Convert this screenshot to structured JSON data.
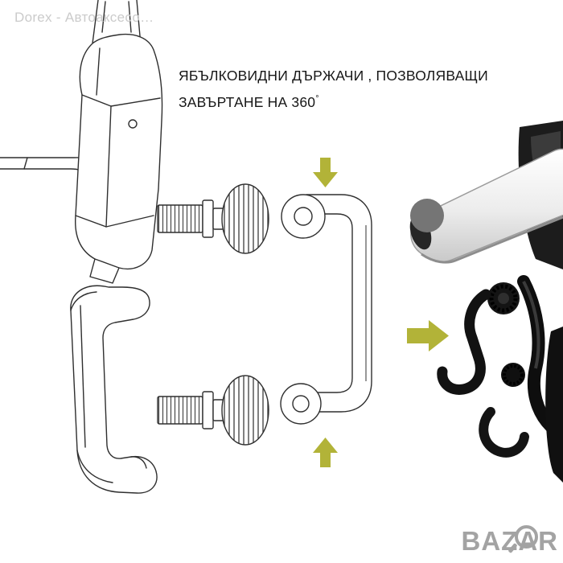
{
  "watermark": {
    "text": "Dorex - Автоаксесо…"
  },
  "caption": {
    "line1": "ЯБЪЛКОВИДНИ ДЪРЖАЧИ , ПОЗВОЛЯВАЩИ",
    "line2": "ЗАВЪРТАНЕ НА 360",
    "degree": "°"
  },
  "colors": {
    "arrow": "#b2b338",
    "dot": "#757575",
    "wire": "#2f2f2f",
    "watermark": "#cbcbcb",
    "logo": "#9c9c9c"
  },
  "diagram": {
    "parts": [
      {
        "name": "phone-cradle-arm-wireframe"
      },
      {
        "name": "thumb-screw-top"
      },
      {
        "name": "side-grip-bracket-wireframe"
      },
      {
        "name": "thumb-screw-bottom"
      },
      {
        "name": "rotating-handle-bracket"
      },
      {
        "name": "assembled-holder-photo"
      }
    ],
    "arrows": [
      {
        "name": "arrow-down-icon",
        "direction": "down"
      },
      {
        "name": "arrow-up-icon",
        "direction": "up"
      },
      {
        "name": "arrow-right-icon",
        "direction": "right"
      }
    ]
  },
  "logo": {
    "part1": "BAZ",
    "part2": "A",
    "part3": "R"
  }
}
